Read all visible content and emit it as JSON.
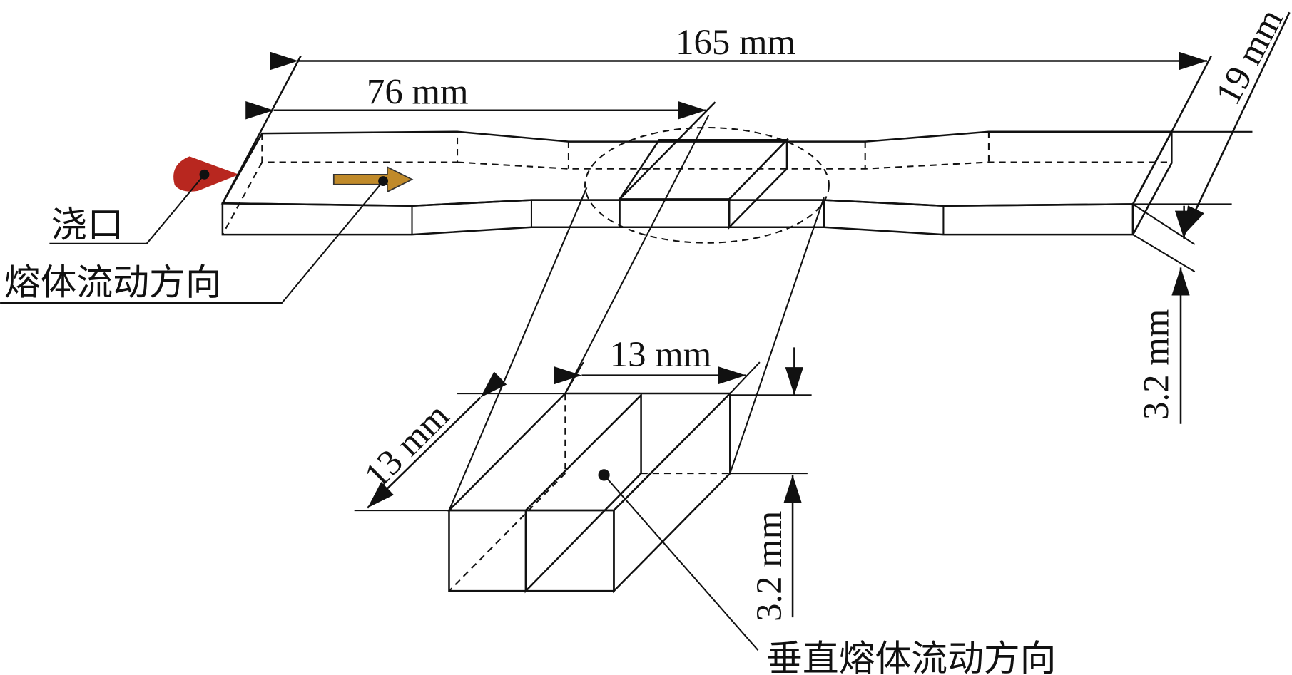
{
  "labels": {
    "total_length": "165 mm",
    "gate_distance": "76 mm",
    "width": "19 mm",
    "thickness_top": "3.2 mm",
    "sample_width": "13 mm",
    "sample_depth": "13 mm",
    "sample_thickness": "3.2 mm",
    "gate": "浇口",
    "melt_flow_direction": "熔体流动方向",
    "perpendicular_direction": "垂直熔体流动方向"
  },
  "colors": {
    "bar": "#cdd3e0",
    "sample": "#dcd3d0",
    "plane": "#c6bf3e",
    "gate": "#b8271f",
    "arrow": "#c08a2a"
  }
}
